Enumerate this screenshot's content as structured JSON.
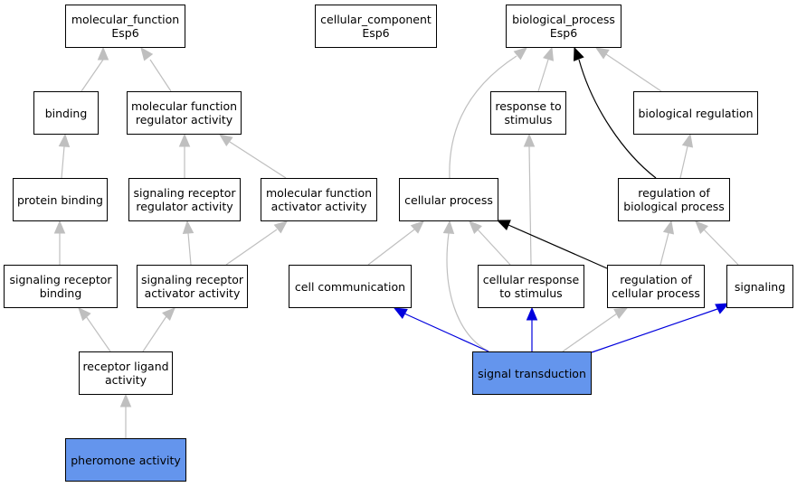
{
  "colors": {
    "default_edge": "#bfbfbf",
    "dark_edge": "#000000",
    "blue_edge": "#0000dd",
    "highlight": "#6495ed"
  },
  "nodes": {
    "mf_root": {
      "label": "molecular_function\nEsp6"
    },
    "cc_root": {
      "label": "cellular_component\nEsp6"
    },
    "bp_root": {
      "label": "biological_process\nEsp6"
    },
    "binding": {
      "label": "binding"
    },
    "mf_reg": {
      "label": "molecular function\nregulator activity"
    },
    "response_stimulus": {
      "label": "response to\nstimulus"
    },
    "bio_reg": {
      "label": "biological regulation"
    },
    "protein_binding": {
      "label": "protein binding"
    },
    "srr_activity": {
      "label": "signaling receptor\nregulator activity"
    },
    "mf_activator": {
      "label": "molecular function\nactivator activity"
    },
    "cellular_process": {
      "label": "cellular process"
    },
    "reg_bio_process": {
      "label": "regulation of\nbiological process"
    },
    "sr_binding": {
      "label": "signaling receptor\nbinding"
    },
    "sra_activity": {
      "label": "signaling receptor\nactivator activity"
    },
    "cell_comm": {
      "label": "cell communication"
    },
    "cell_resp": {
      "label": "cellular response\nto stimulus"
    },
    "reg_cell_process": {
      "label": "regulation of\ncellular process"
    },
    "signaling": {
      "label": "signaling"
    },
    "receptor_ligand": {
      "label": "receptor ligand\nactivity"
    },
    "signal_transduction": {
      "label": "signal transduction"
    },
    "pheromone": {
      "label": "pheromone activity"
    }
  }
}
